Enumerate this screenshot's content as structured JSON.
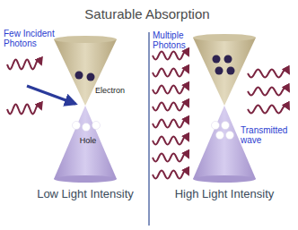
{
  "diagram": {
    "title": "Saturable Absorption",
    "labels": [
      "Few Incident Photons",
      "Electron",
      "Hole",
      "Low Light Intensity",
      "Multiple Photons",
      "Transmitted wave",
      "High Light Intensity"
    ]
  }
}
